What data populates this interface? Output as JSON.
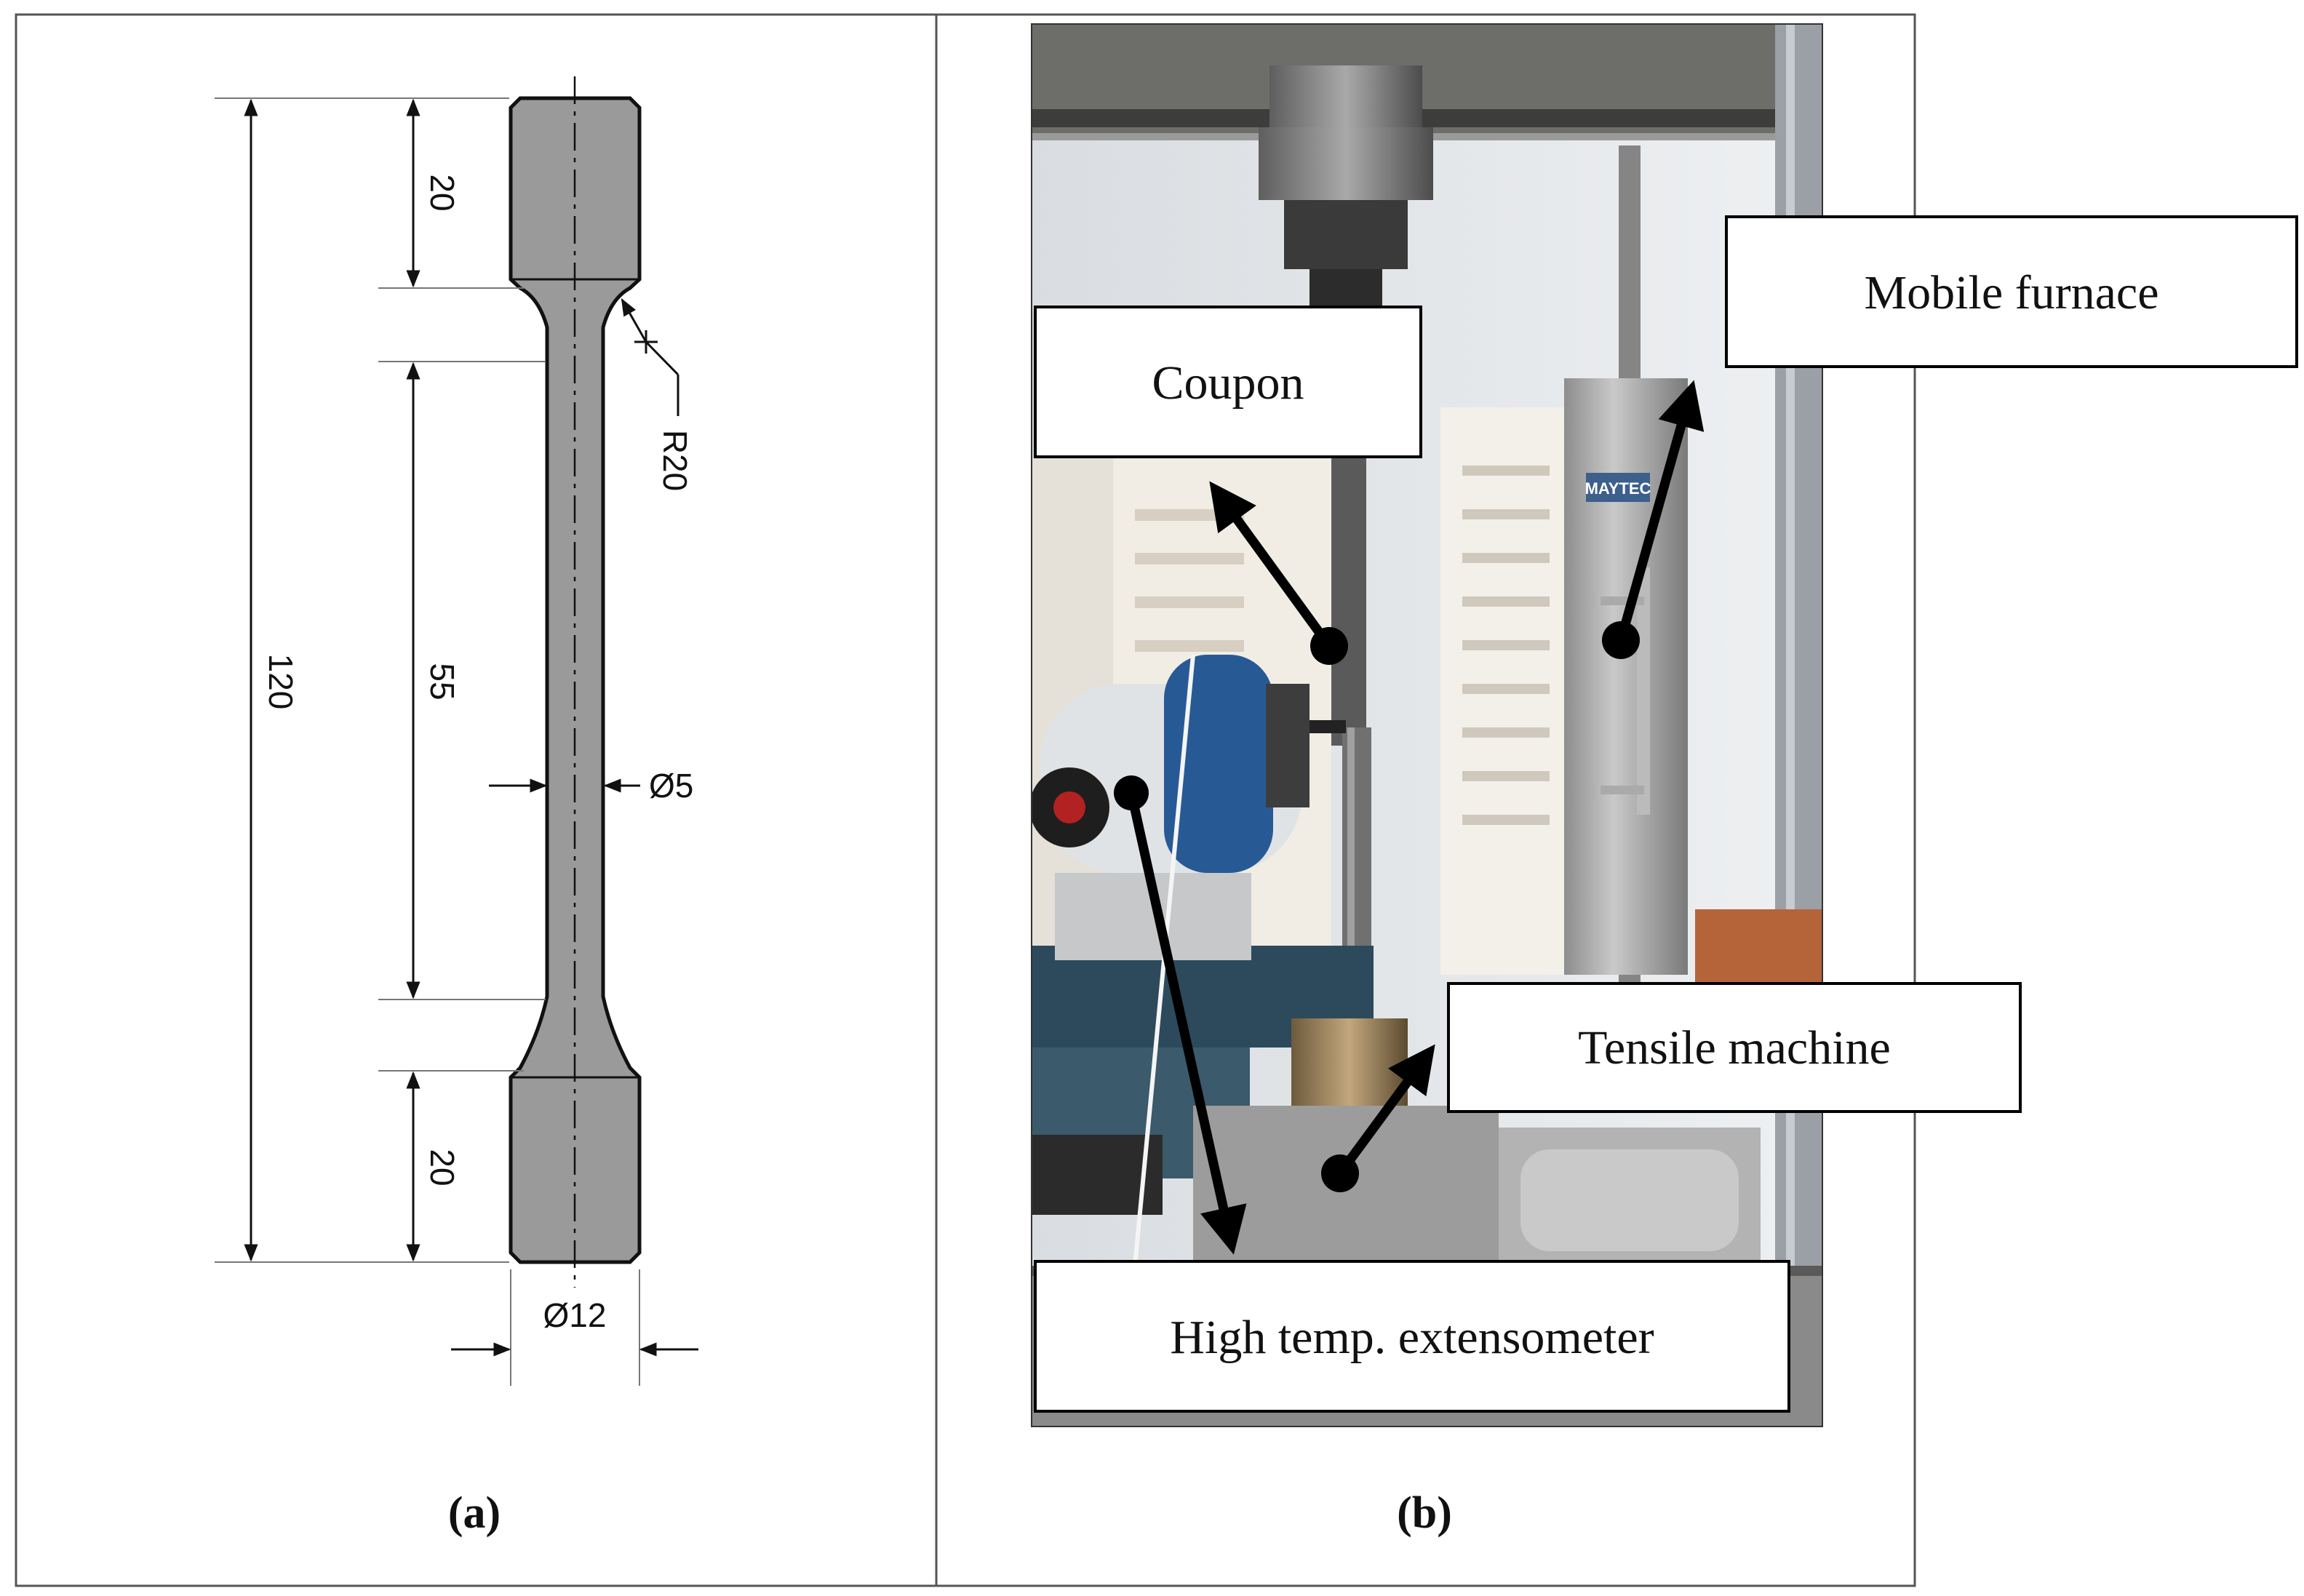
{
  "panel_a": {
    "caption": "(a)",
    "dimensions": {
      "grip_top": "20",
      "grip_bottom": "20",
      "gauge_length": "55",
      "overall_length": "120",
      "fillet_radius": "R20",
      "gauge_diameter": "Ø5",
      "grip_diameter": "Ø12"
    }
  },
  "panel_b": {
    "caption": "(b)",
    "callouts": {
      "coupon": "Coupon",
      "mobile_furnace": "Mobile furnace",
      "tensile_machine": "Tensile machine",
      "extensometer": "High temp. extensometer"
    },
    "photo_label": "MAYTEC"
  }
}
